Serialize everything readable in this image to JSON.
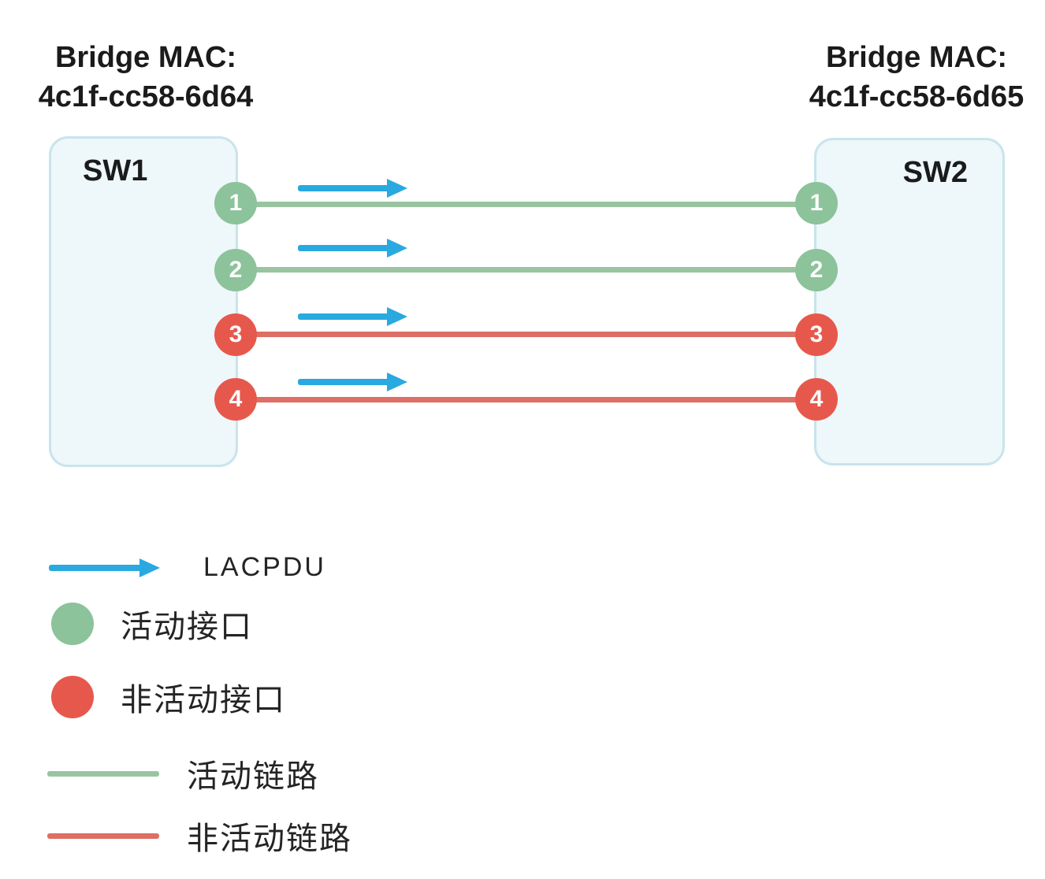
{
  "colors": {
    "active": "#8cc39a",
    "active_link": "#9ac4a0",
    "inactive": "#e7584c",
    "inactive_link": "#dd6f64",
    "arrow": "#29a9e0",
    "box_fill": "#eef7f9",
    "box_border": "#c9e4ec",
    "text": "#1b1b1b"
  },
  "switches": [
    {
      "name": "SW1",
      "bridge_mac_label": "Bridge MAC:",
      "bridge_mac": "4c1f-cc58-6d64",
      "ports": [
        {
          "num": "1",
          "state": "active"
        },
        {
          "num": "2",
          "state": "active"
        },
        {
          "num": "3",
          "state": "inactive"
        },
        {
          "num": "4",
          "state": "inactive"
        }
      ]
    },
    {
      "name": "SW2",
      "bridge_mac_label": "Bridge MAC:",
      "bridge_mac": "4c1f-cc58-6d65",
      "ports": [
        {
          "num": "1",
          "state": "active"
        },
        {
          "num": "2",
          "state": "active"
        },
        {
          "num": "3",
          "state": "inactive"
        },
        {
          "num": "4",
          "state": "inactive"
        }
      ]
    }
  ],
  "links": [
    {
      "from": "SW1:1",
      "to": "SW2:1",
      "state": "active"
    },
    {
      "from": "SW1:2",
      "to": "SW2:2",
      "state": "active"
    },
    {
      "from": "SW1:3",
      "to": "SW2:3",
      "state": "inactive"
    },
    {
      "from": "SW1:4",
      "to": "SW2:4",
      "state": "inactive"
    }
  ],
  "lacpdu_arrows": {
    "count": 4,
    "direction": "left-to-right"
  },
  "legend": {
    "items": [
      {
        "swatch": "lacpdu-arrow",
        "label": "LACPDU"
      },
      {
        "swatch": "active-port-circle",
        "label": "活动接口"
      },
      {
        "swatch": "inactive-port-circle",
        "label": "非活动接口"
      },
      {
        "swatch": "active-link-line",
        "label": "活动链路"
      },
      {
        "swatch": "inactive-link-line",
        "label": "非活动链路"
      }
    ]
  }
}
